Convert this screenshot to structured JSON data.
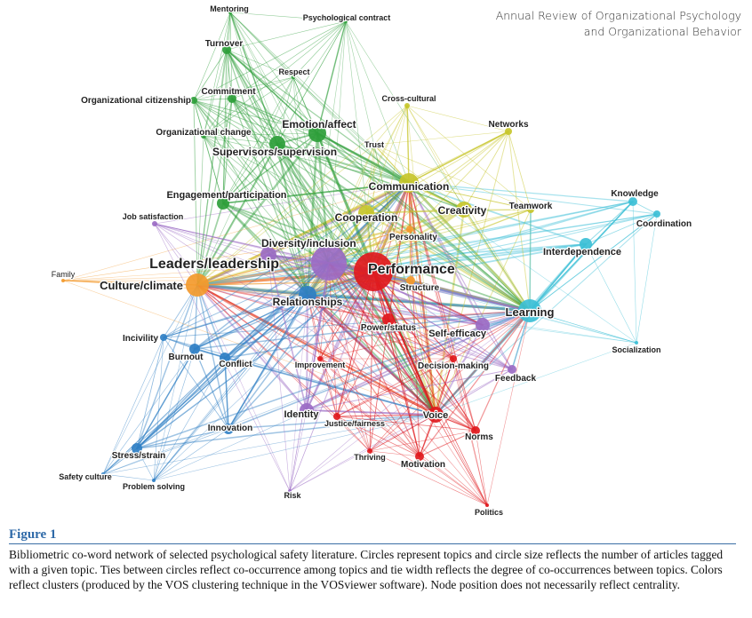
{
  "journal": {
    "line1": "Annual Review of Organizational Psychology",
    "line2": "and Organizational Behavior"
  },
  "figure": {
    "label": "Figure 1",
    "caption": "Bibliometric co-word network of selected psychological safety literature. Circles represent topics and circle size reflects the number of articles tagged with a given topic. Ties between circles reflect co-occurrence among topics and tie width reflects the degree of co-occurrences between topics. Colors reflect clusters (produced by the VOS clustering technique in the VOSviewer software). Node position does not necessarily reflect centrality."
  },
  "colors": {
    "red": "#e0191d",
    "purple": "#9b6bc4",
    "orange": "#f39a2d",
    "green": "#2e9e3a",
    "lime": "#c7c52a",
    "cyan": "#3cbfd6",
    "blue": "#2f7fc4"
  },
  "nodes": [
    {
      "id": "performance",
      "label": "Performance",
      "cluster": "red",
      "size": 22,
      "fs": 16,
      "bold": true
    },
    {
      "id": "leadership",
      "label": "Leaders/leadership",
      "cluster": "purple",
      "size": 20,
      "fs": 16,
      "bold": true
    },
    {
      "id": "culture",
      "label": "Culture/climate",
      "cluster": "orange",
      "size": 13,
      "fs": 13,
      "bold": true
    },
    {
      "id": "learning",
      "label": "Learning",
      "cluster": "cyan",
      "size": 13,
      "fs": 13,
      "bold": true
    },
    {
      "id": "relationships",
      "label": "Relationships",
      "cluster": "blue",
      "size": 10,
      "fs": 12,
      "bold": true
    },
    {
      "id": "communication",
      "label": "Communication",
      "cluster": "lime",
      "size": 11,
      "fs": 12,
      "bold": true
    },
    {
      "id": "emotion",
      "label": "Emotion/affect",
      "cluster": "green",
      "size": 10,
      "fs": 12,
      "bold": true
    },
    {
      "id": "supervisors",
      "label": "Supervisors/supervision",
      "cluster": "green",
      "size": 9,
      "fs": 12,
      "bold": true
    },
    {
      "id": "creativity",
      "label": "Creativity",
      "cluster": "lime",
      "size": 9,
      "fs": 12,
      "bold": true
    },
    {
      "id": "cooperation",
      "label": "Cooperation",
      "cluster": "lime",
      "size": 9,
      "fs": 12,
      "bold": true
    },
    {
      "id": "diversity",
      "label": "Diversity/inclusion",
      "cluster": "purple",
      "size": 9,
      "fs": 12,
      "bold": true
    },
    {
      "id": "engagement",
      "label": "Engagement/participation",
      "cluster": "green",
      "size": 7,
      "fs": 11,
      "bold": true
    },
    {
      "id": "selfefficacy",
      "label": "Self-efficacy",
      "cluster": "purple",
      "size": 8,
      "fs": 11,
      "bold": true
    },
    {
      "id": "interdependence",
      "label": "Interdependence",
      "cluster": "cyan",
      "size": 7,
      "fs": 11,
      "bold": true
    },
    {
      "id": "voice",
      "label": "Voice",
      "cluster": "red",
      "size": 9,
      "fs": 11,
      "bold": true
    },
    {
      "id": "identity",
      "label": "Identity",
      "cluster": "purple",
      "size": 8,
      "fs": 11,
      "bold": true
    },
    {
      "id": "powerstatus",
      "label": "Power/status",
      "cluster": "red",
      "size": 7,
      "fs": 10,
      "bold": true
    },
    {
      "id": "structure",
      "label": "Structure",
      "cluster": "orange",
      "size": 5,
      "fs": 10,
      "bold": true
    },
    {
      "id": "personality",
      "label": "Personality",
      "cluster": "orange",
      "size": 4,
      "fs": 10,
      "bold": true
    },
    {
      "id": "networks",
      "label": "Networks",
      "cluster": "lime",
      "size": 4,
      "fs": 10,
      "bold": true
    },
    {
      "id": "crosscultural",
      "label": "Cross-cultural",
      "cluster": "lime",
      "size": 3,
      "fs": 9,
      "bold": true
    },
    {
      "id": "trust",
      "label": "Trust",
      "cluster": "lime",
      "size": 3,
      "fs": 9,
      "bold": true
    },
    {
      "id": "teamwork",
      "label": "Teamwork",
      "cluster": "lime",
      "size": 4,
      "fs": 10,
      "bold": true
    },
    {
      "id": "knowledge",
      "label": "Knowledge",
      "cluster": "cyan",
      "size": 5,
      "fs": 10,
      "bold": true
    },
    {
      "id": "coordination",
      "label": "Coordination",
      "cluster": "cyan",
      "size": 4,
      "fs": 10,
      "bold": true
    },
    {
      "id": "socialization",
      "label": "Socialization",
      "cluster": "cyan",
      "size": 2,
      "fs": 9,
      "bold": true
    },
    {
      "id": "feedback",
      "label": "Feedback",
      "cluster": "purple",
      "size": 5,
      "fs": 10,
      "bold": true
    },
    {
      "id": "decisionmaking",
      "label": "Decision-making",
      "cluster": "red",
      "size": 4,
      "fs": 10,
      "bold": true
    },
    {
      "id": "norms",
      "label": "Norms",
      "cluster": "red",
      "size": 5,
      "fs": 10,
      "bold": true
    },
    {
      "id": "motivation",
      "label": "Motivation",
      "cluster": "red",
      "size": 5,
      "fs": 10,
      "bold": true
    },
    {
      "id": "politics",
      "label": "Politics",
      "cluster": "red",
      "size": 2,
      "fs": 9,
      "bold": true
    },
    {
      "id": "thriving",
      "label": "Thriving",
      "cluster": "red",
      "size": 3,
      "fs": 9,
      "bold": true
    },
    {
      "id": "justice",
      "label": "Justice/fairness",
      "cluster": "red",
      "size": 4,
      "fs": 9,
      "bold": true
    },
    {
      "id": "improvement",
      "label": "Improvement",
      "cluster": "red",
      "size": 3,
      "fs": 9,
      "bold": true
    },
    {
      "id": "risk",
      "label": "Risk",
      "cluster": "purple",
      "size": 2,
      "fs": 9,
      "bold": true
    },
    {
      "id": "innovation",
      "label": "Innovation",
      "cluster": "blue",
      "size": 6,
      "fs": 10,
      "bold": true
    },
    {
      "id": "conflict",
      "label": "Conflict",
      "cluster": "blue",
      "size": 6,
      "fs": 10,
      "bold": true
    },
    {
      "id": "burnout",
      "label": "Burnout",
      "cluster": "blue",
      "size": 6,
      "fs": 10,
      "bold": true
    },
    {
      "id": "incivility",
      "label": "Incivility",
      "cluster": "blue",
      "size": 4,
      "fs": 10,
      "bold": true
    },
    {
      "id": "stress",
      "label": "Stress/strain",
      "cluster": "blue",
      "size": 6,
      "fs": 10,
      "bold": true
    },
    {
      "id": "safetyculture",
      "label": "Safety culture",
      "cluster": "blue",
      "size": 2,
      "fs": 9,
      "bold": true
    },
    {
      "id": "problemsolving",
      "label": "Problem solving",
      "cluster": "blue",
      "size": 2,
      "fs": 9,
      "bold": true
    },
    {
      "id": "family",
      "label": "Family",
      "cluster": "orange",
      "size": 2,
      "fs": 9,
      "bold": false
    },
    {
      "id": "jobsatisfaction",
      "label": "Job satisfaction",
      "cluster": "purple",
      "size": 3,
      "fs": 9,
      "bold": true
    },
    {
      "id": "orgchange",
      "label": "Organizational change",
      "cluster": "green",
      "size": 3,
      "fs": 10,
      "bold": true
    },
    {
      "id": "orgcitizenship",
      "label": "Organizational citizenship",
      "cluster": "green",
      "size": 4,
      "fs": 10,
      "bold": true
    },
    {
      "id": "commitment",
      "label": "Commitment",
      "cluster": "green",
      "size": 5,
      "fs": 10,
      "bold": true
    },
    {
      "id": "turnover",
      "label": "Turnover",
      "cluster": "green",
      "size": 5,
      "fs": 10,
      "bold": true
    },
    {
      "id": "mentoring",
      "label": "Mentoring",
      "cluster": "green",
      "size": 2,
      "fs": 9,
      "bold": true
    },
    {
      "id": "psychcontract",
      "label": "Psychological contract",
      "cluster": "green",
      "size": 2,
      "fs": 9,
      "bold": true
    },
    {
      "id": "respect",
      "label": "Respect",
      "cluster": "green",
      "size": 2,
      "fs": 9,
      "bold": true
    }
  ]
}
